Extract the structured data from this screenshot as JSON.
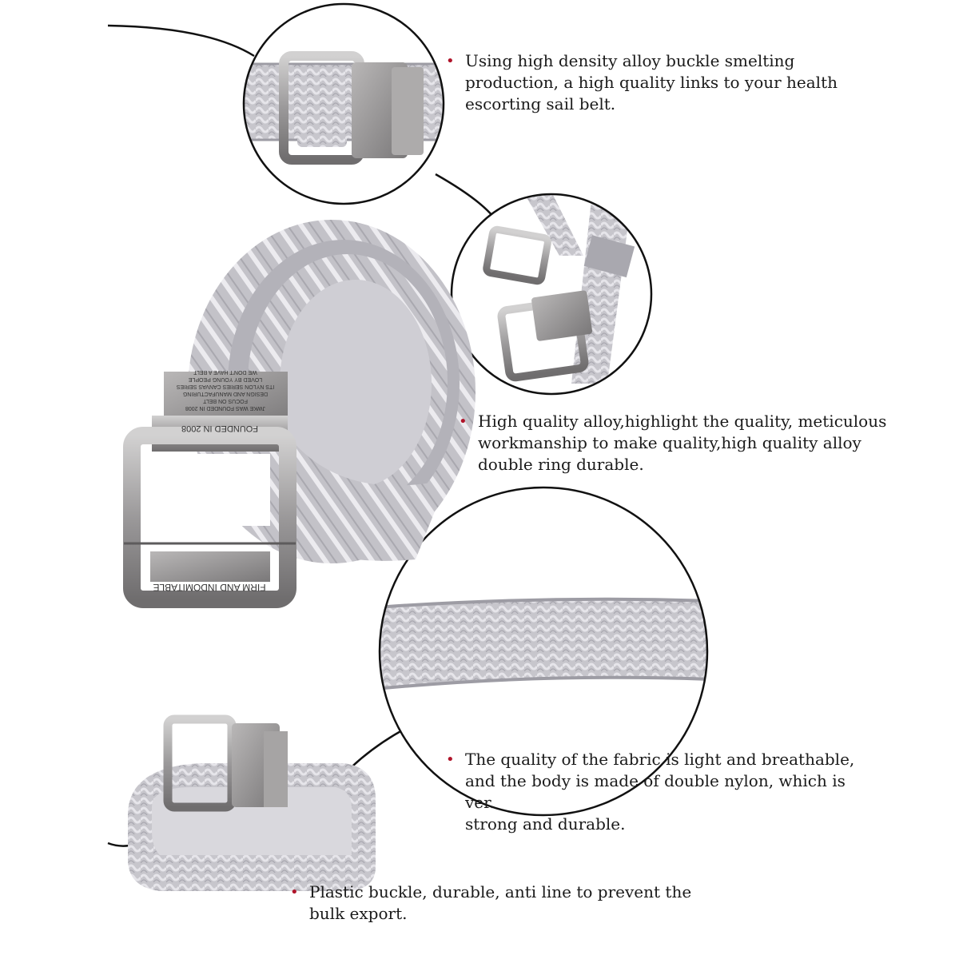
{
  "colors": {
    "belt_light": "#d7d6db",
    "belt_mid": "#b9b8bf",
    "belt_dark": "#9d9ca4",
    "metal_light": "#c9c8c8",
    "metal_dark": "#6f6d6e",
    "bullet": "#b0142a",
    "line": "#111111"
  },
  "icons": {
    "bullet": "red-dot-bullet-icon"
  },
  "buckle_text": {
    "engraving_main": "FIRM AND INDOMITABLE",
    "engraving_founded": "FOUNDED IN 2008",
    "engraving_lines": [
      "JWKE WAS FOUNDED IN 2008",
      "FOCUS ON BELT",
      "DESIGN AND MANUFACTURING",
      "ITS NYLON SERIES CANVAS SERIES",
      "LOVED BY YOUNG PEOPLE",
      "WE DON'T HAVE A BELT"
    ]
  },
  "features": [
    {
      "bullet": "•",
      "lines": [
        "Using high density alloy buckle smelting",
        "production, a high quality links to your health",
        "escorting sail belt."
      ]
    },
    {
      "bullet": "•",
      "lines": [
        "High quality alloy,highlight the quality, meticulous",
        "workmanship to make quality,high quality alloy",
        "double ring durable."
      ]
    },
    {
      "bullet": "•",
      "lines": [
        "The quality of the fabric is light and breathable,",
        "and the body is made of double nylon, which is",
        "ver.",
        "strong and durable."
      ]
    },
    {
      "bullet": "•",
      "lines": [
        "Plastic buckle, durable, anti line to prevent the",
        "bulk export."
      ]
    }
  ]
}
